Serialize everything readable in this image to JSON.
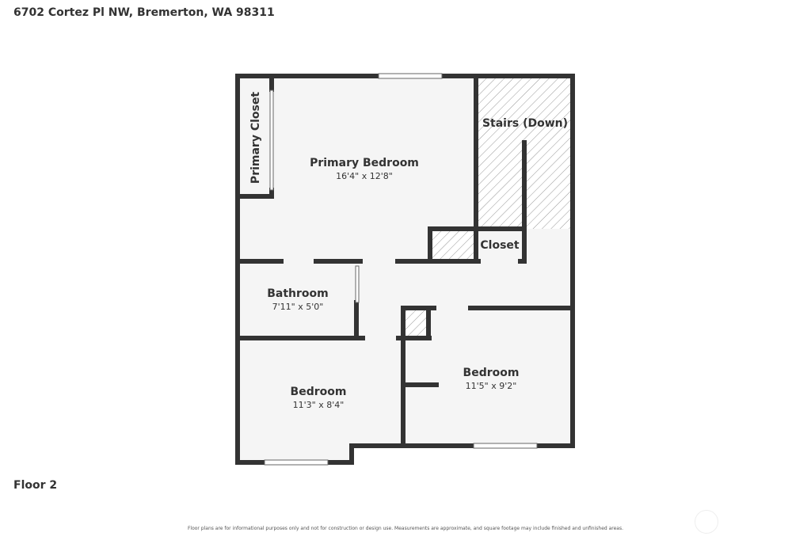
{
  "header": {
    "address": "6702 Cortez Pl NW, Bremerton, WA 98311"
  },
  "footer": {
    "floor_label": "Floor 2",
    "disclaimer": "Floor plans are for informational purposes only and not for construction or design use. Measurements are approximate, and square footage may include finished and unfinished areas."
  },
  "rooms": {
    "primary_closet": {
      "name": "Primary Closet"
    },
    "primary_bedroom": {
      "name": "Primary Bedroom",
      "dims": "16'4\" x 12'8\""
    },
    "stairs": {
      "name": "Stairs (Down)"
    },
    "closet": {
      "name": "Closet"
    },
    "bathroom": {
      "name": "Bathroom",
      "dims": "7'11\" x 5'0\""
    },
    "bedroom_left": {
      "name": "Bedroom",
      "dims": "11'3\" x 8'4\""
    },
    "bedroom_right": {
      "name": "Bedroom",
      "dims": "11'5\" x 9'2\""
    }
  },
  "colors": {
    "wall": "#333333",
    "floor": "#f5f5f5",
    "hatch": "#888888",
    "text": "#333333"
  }
}
